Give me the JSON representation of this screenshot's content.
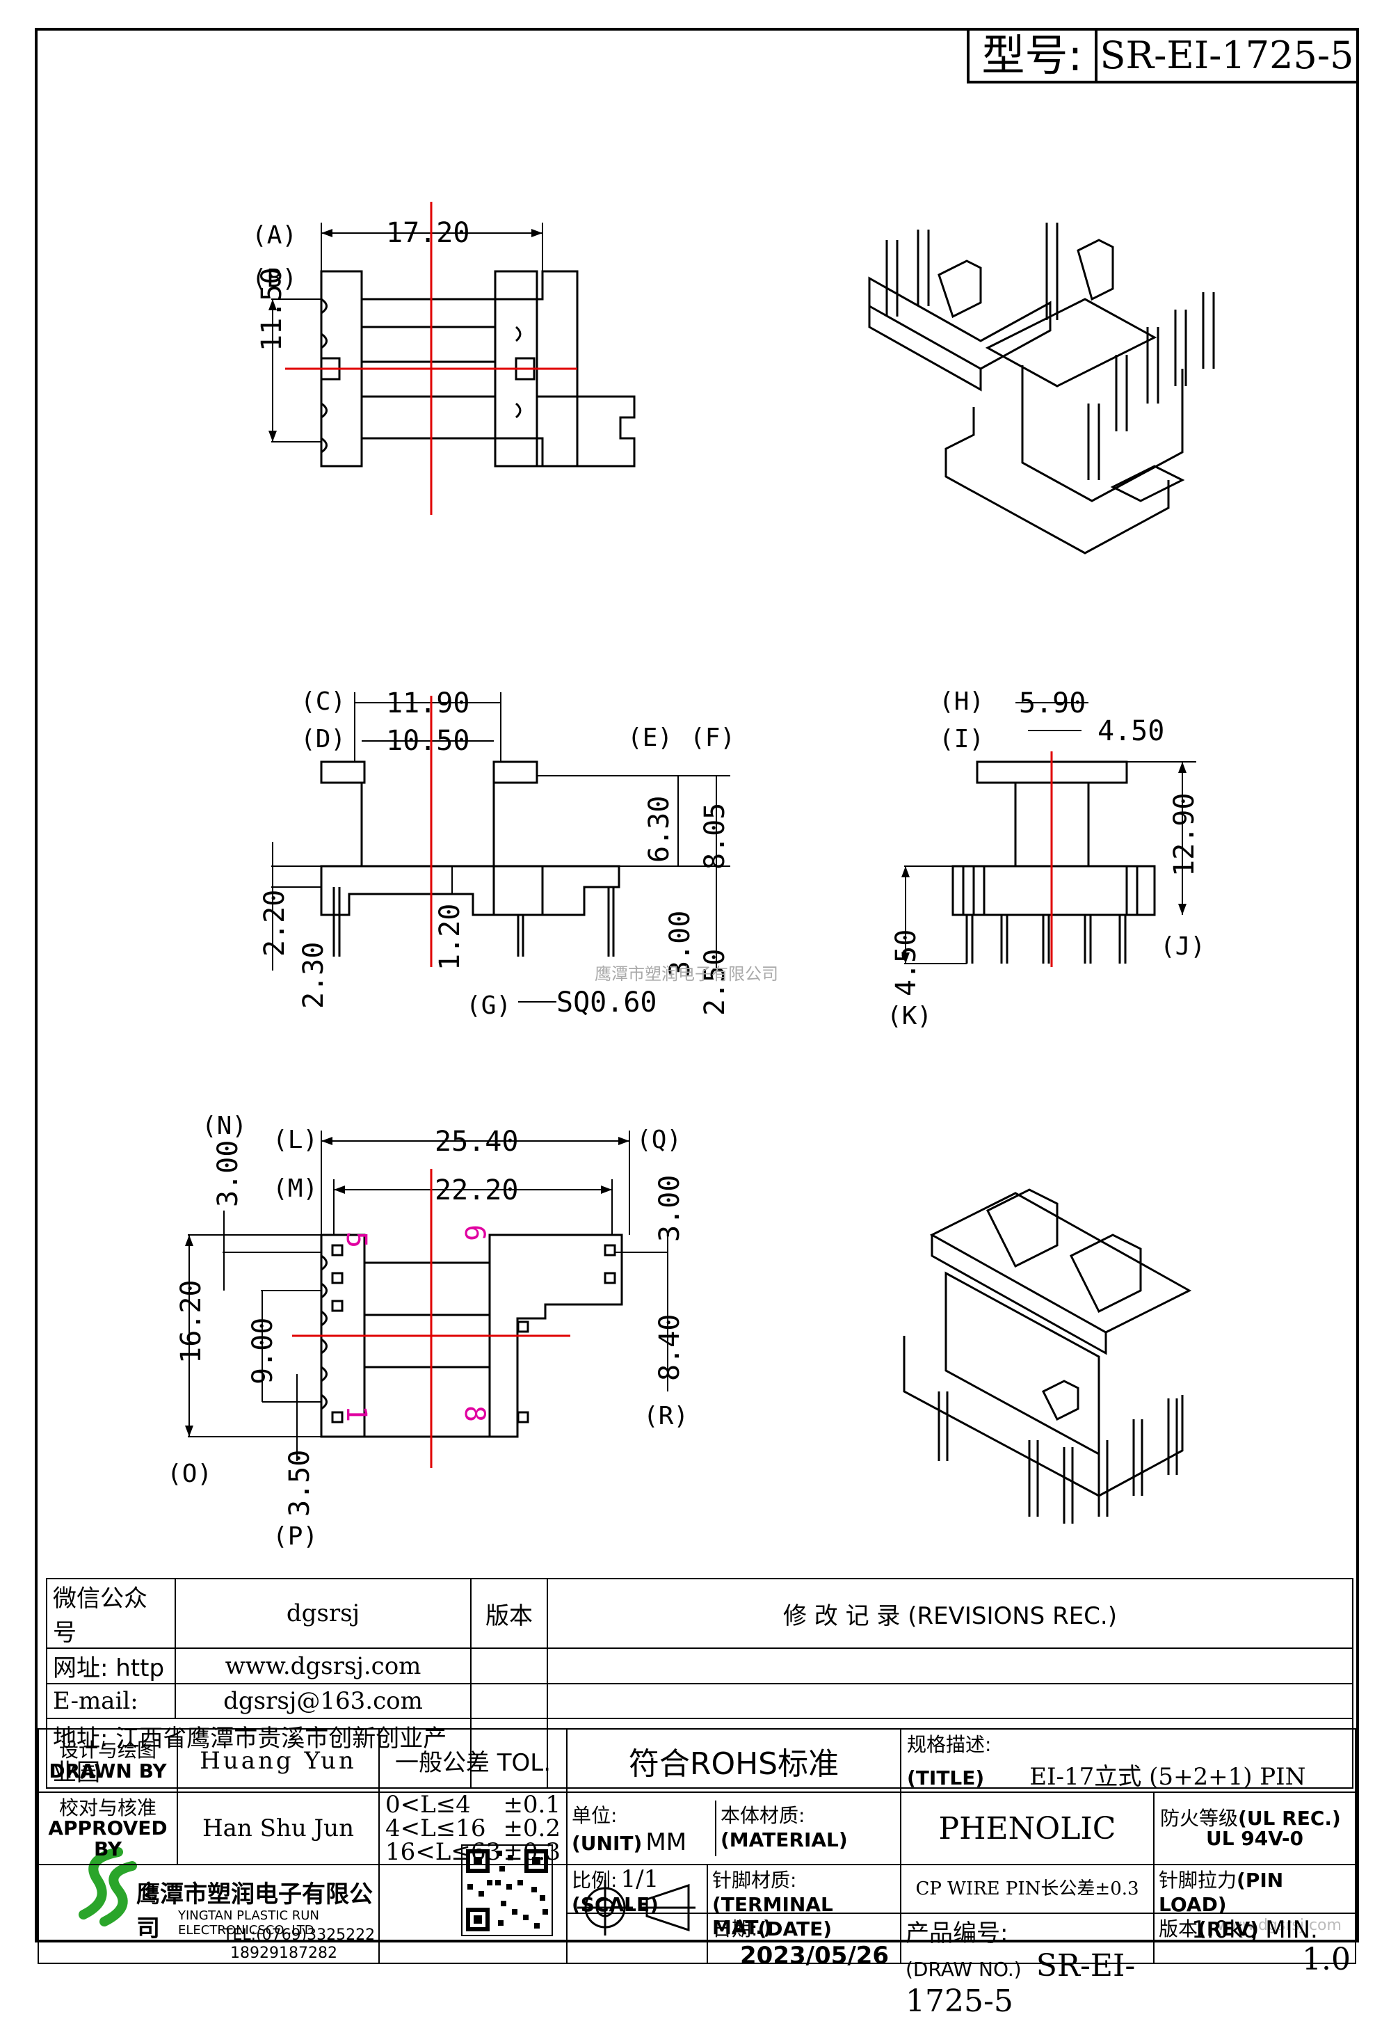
{
  "header": {
    "model_label": "型号:",
    "model_value": "SR-EI-1725-5"
  },
  "watermark": "鹰潭市塑润电子有限公司",
  "watermark_footer": "www.dgsrsj.com",
  "top_view": {
    "dims": {
      "width": "17.20",
      "height": "11.50"
    },
    "refs": [
      "A",
      "B"
    ]
  },
  "front_view": {
    "dims": {
      "w1": "11.90",
      "w2": "10.50",
      "h1": "6.30",
      "h2": "8.05",
      "h3": "2.20",
      "h4": "2.30",
      "h5": "1.20",
      "h6": "3.00",
      "h7": "2.50",
      "pin": "SQ0.60"
    },
    "refs": [
      "C",
      "D",
      "E",
      "F",
      "G"
    ]
  },
  "side_view": {
    "dims": {
      "w1": "5.90",
      "w2": "4.50",
      "h1": "12.90",
      "h2": "4.50"
    },
    "refs": [
      "H",
      "I",
      "J",
      "K"
    ]
  },
  "bottom_view": {
    "dims": {
      "w1": "25.40",
      "w2": "22.20",
      "h1": "3.00",
      "h2": "16.20",
      "h3": "9.00",
      "h4": "3.50",
      "h5": "3.00",
      "h6": "8.40"
    },
    "refs": [
      "N",
      "L",
      "M",
      "O",
      "P",
      "Q",
      "R"
    ],
    "pins": [
      "5",
      "6",
      "1",
      "8"
    ]
  },
  "contact": {
    "rows": [
      {
        "label": "微信公众号",
        "value": "dgsrsj"
      },
      {
        "label": "网址: http",
        "value": "www.dgsrsj.com"
      },
      {
        "label": "E-mail:",
        "value": "dgsrsj@163.com"
      }
    ],
    "address": "地址: 江西省鹰潭市贵溪市创新创业产业园",
    "version_label": "版本",
    "revisions_title": "修 改 记 录  (REVISIONS REC.)"
  },
  "title_block": {
    "drawn_by_cn": "设计与绘图",
    "drawn_by_en": "DRAWN BY",
    "drawn_by_name": "Huang Yun",
    "approved_cn": "校对与核准",
    "approved_en": "APPROVED BY",
    "approved_name": "Han Shu Jun",
    "tol_title": "一般公差 TOL.",
    "tol_rows": [
      {
        "range": "0<L≤4",
        "tol": "±0.1"
      },
      {
        "range": "4<L≤16",
        "tol": "±0.2"
      },
      {
        "range": "16<L≤63",
        "tol": "±0.3"
      }
    ],
    "rohs": "符合ROHS标准",
    "spec_cn": "规格描述:",
    "spec_en": "(TITLE)",
    "spec_value": "EI-17立式 (5+2+1) PIN",
    "unit_cn": "单位:",
    "unit_en": "(UNIT)",
    "unit_value": "MM",
    "material_cn": "本体材质:",
    "material_en": "(MATERIAL)",
    "material_value": "PHENOLIC",
    "ul_cn": "防火等级",
    "ul_en": "(UL REC.)",
    "ul_value": "UL 94V-0",
    "scale_cn": "比例:",
    "scale_en": "(SCALE)",
    "scale_value": "1/1",
    "terminal_cn": "针脚材质:",
    "terminal_en": "(TERMINAL MAT.)",
    "terminal_value": "CP WIRE  PIN长公差±0.3",
    "pinload_cn": "针脚拉力",
    "pinload_en": "(PIN LOAD)",
    "pinload_value": "1.0kg MIN.",
    "date_cn": "日期:",
    "date_en": "(DATE)",
    "date_value": "2023/05/26",
    "drawno_cn": "产品编号:",
    "drawno_en": "(DRAW NO.)",
    "drawno_value": "SR-EI-1725-5",
    "rev_cn": "版本",
    "rev_en": "(REV)",
    "rev_value": "1.0",
    "company_cn": "鹰潭市塑润电子有限公司",
    "company_en": "YINGTAN PLASTIC RUN ELECTRONICSCO.,LTD",
    "tel": "TEL:(0769)3325222",
    "mobile": "18929187282"
  }
}
